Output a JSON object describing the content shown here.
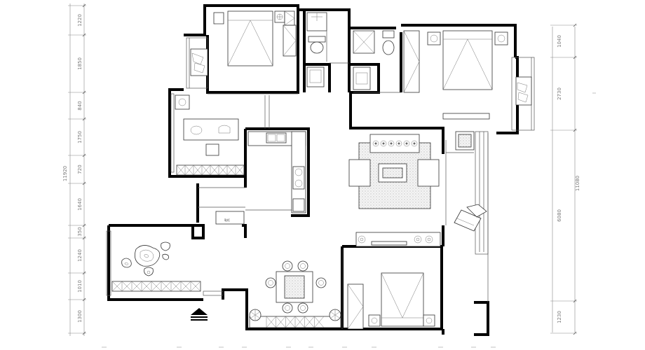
{
  "dimensions": {
    "left": [
      "1220",
      "1850",
      "840",
      "1750",
      "720",
      "1640",
      "350",
      "1240",
      "1010",
      "1300"
    ],
    "left_total": "11920",
    "right_outer": "11080",
    "right_inner": [
      "1040",
      "2730",
      "6080",
      "1230"
    ]
  },
  "labels": {
    "shoe_cabinet": "鞋柜"
  },
  "colors": {
    "wall": "#000000",
    "dimension": "#888888",
    "rug": "#dcdcdc"
  },
  "icons": {
    "entrance": "entrance-arrow-icon"
  }
}
